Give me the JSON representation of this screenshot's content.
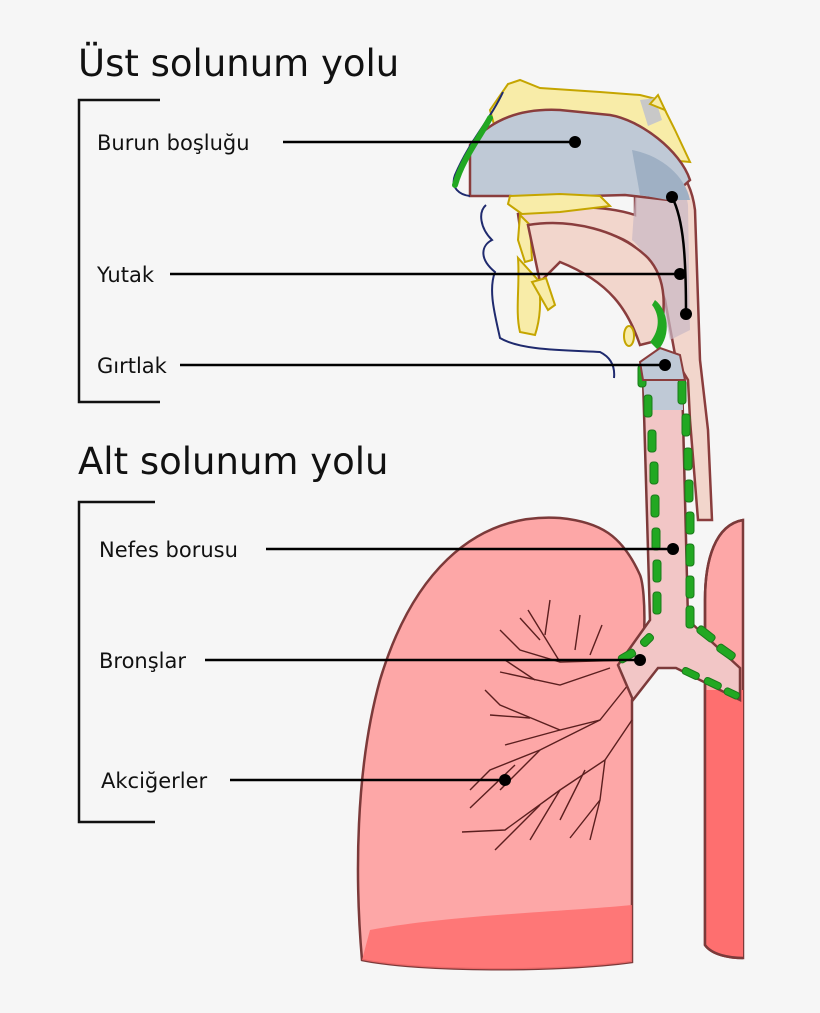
{
  "sections": {
    "upper": {
      "title": "Üst solunum yolu",
      "labels": [
        "Burun boşluğu",
        "Yutak",
        "Gırtlak"
      ]
    },
    "lower": {
      "title": "Alt solunum yolu",
      "labels": [
        "Nefes borusu",
        "Bronşlar",
        "Akciğerler"
      ]
    }
  },
  "colors": {
    "lung": "#fda7a7",
    "lung_dark": "#fe6f6f",
    "lung_outline": "#7c3a3a",
    "airway_blue": "#bfc9d6",
    "bone_yellow": "#f8eca8",
    "bone_outline": "#c5a500",
    "mucosa_green": "#22a822",
    "tissue": "#f2d6cc",
    "tissue_outline": "#8a3d3d"
  }
}
